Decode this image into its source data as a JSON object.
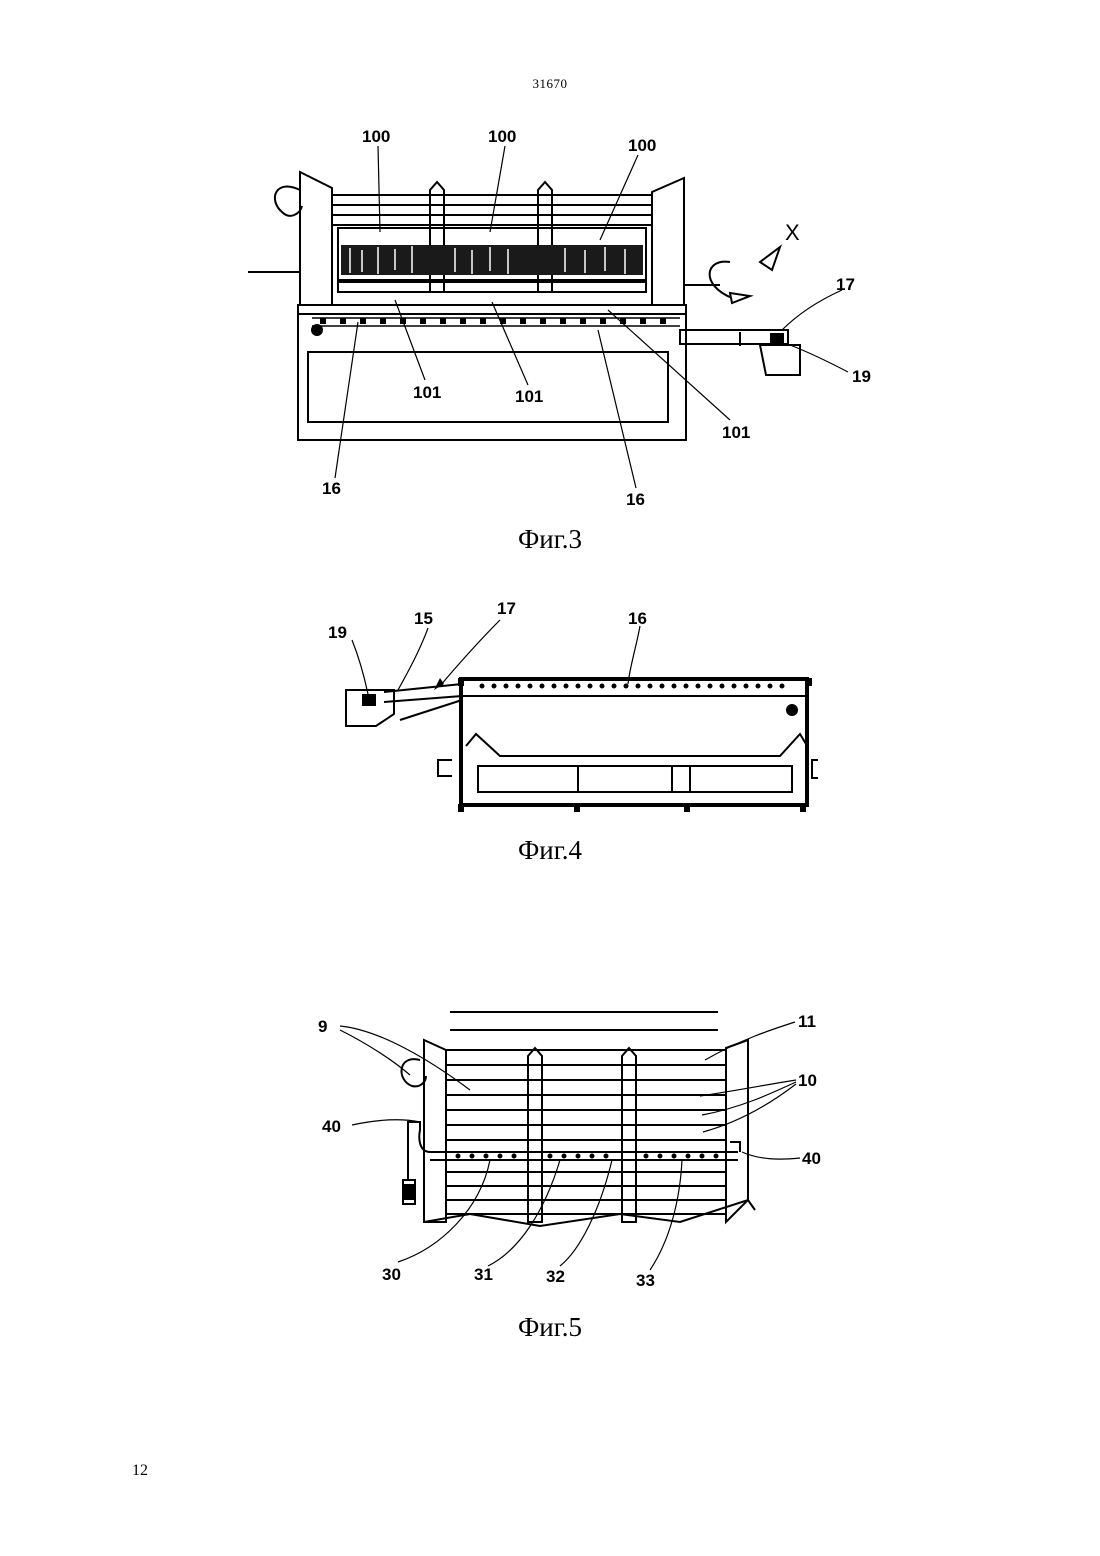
{
  "header": {
    "patent_number": "31670"
  },
  "footer": {
    "page_number": "12"
  },
  "figures": [
    {
      "caption": "Фиг.3",
      "labels": {
        "l100a": "100",
        "l100b": "100",
        "l100c": "100",
        "l101a": "101",
        "l101b": "101",
        "l101c": "101",
        "l16a": "16",
        "l16b": "16",
        "l17": "17",
        "l19": "19",
        "lX": "X"
      }
    },
    {
      "caption": "Фиг.4",
      "labels": {
        "l19": "19",
        "l15": "15",
        "l17": "17",
        "l16": "16"
      }
    },
    {
      "caption": "Фиг.5",
      "labels": {
        "l9": "9",
        "l11": "11",
        "l10": "10",
        "l40a": "40",
        "l40b": "40",
        "l30": "30",
        "l31": "31",
        "l32": "32",
        "l33": "33"
      }
    }
  ]
}
